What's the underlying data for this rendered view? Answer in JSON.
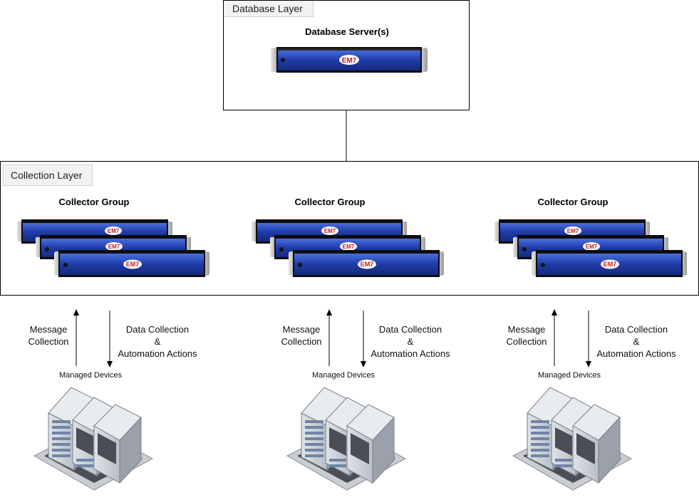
{
  "database_layer": {
    "tab_label": "Database Layer",
    "heading": "Database Server(s)",
    "server_logo": "EM7"
  },
  "collection_layer": {
    "tab_label": "Collection Layer",
    "groups": [
      {
        "heading": "Collector Group",
        "logo": "EM7"
      },
      {
        "heading": "Collector Group",
        "logo": "EM7"
      },
      {
        "heading": "Collector Group",
        "logo": "EM7"
      }
    ]
  },
  "flows": [
    {
      "up_label_1": "Message",
      "up_label_2": "Collection",
      "down_label_1": "Data Collection",
      "down_label_2": "&",
      "down_label_3": "Automation Actions",
      "devices_label": "Managed Devices"
    },
    {
      "up_label_1": "Message",
      "up_label_2": "Collection",
      "down_label_1": "Data Collection",
      "down_label_2": "&",
      "down_label_3": "Automation Actions",
      "devices_label": "Managed Devices"
    },
    {
      "up_label_1": "Message",
      "up_label_2": "Collection",
      "down_label_1": "Data Collection",
      "down_label_2": "&",
      "down_label_3": "Automation Actions",
      "devices_label": "Managed Devices"
    }
  ],
  "colors": {
    "server_blue": "#1e3a9e",
    "server_blue_light": "#3f63d6",
    "server_dark": "#111111",
    "rack_gray": "#c9cdd3",
    "rack_dark": "#5a6068"
  }
}
